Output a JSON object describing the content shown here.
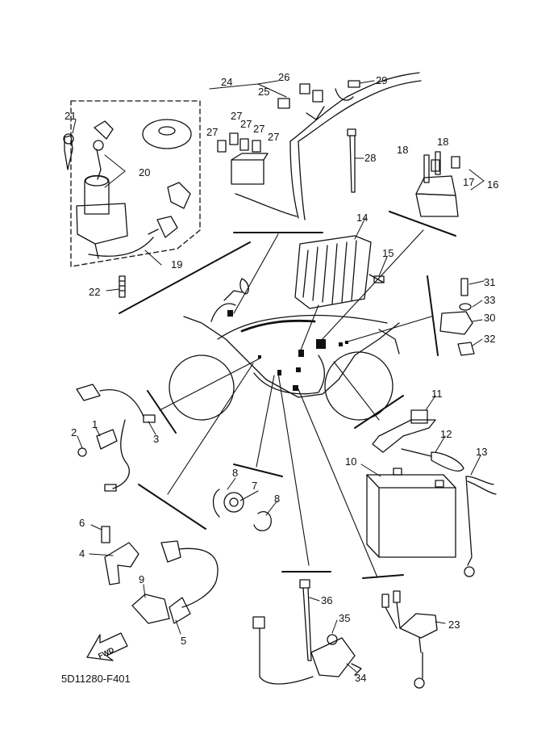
{
  "diagram": {
    "drawing_code": "5D11280-F401",
    "forward_marker": "FWD",
    "callouts": {
      "c1": "1",
      "c2": "2",
      "c3": "3",
      "c4": "4",
      "c5": "5",
      "c6": "6",
      "c7": "7",
      "c8a": "8",
      "c8b": "8",
      "c9": "9",
      "c10": "10",
      "c11": "11",
      "c12": "12",
      "c13": "13",
      "c14": "14",
      "c15": "15",
      "c16": "16",
      "c17": "17",
      "c18a": "18",
      "c18b": "18",
      "c19": "19",
      "c20": "20",
      "c21": "21",
      "c22": "22",
      "c23": "23",
      "c24": "24",
      "c25": "25",
      "c26": "26",
      "c27a": "27",
      "c27b": "27",
      "c27c": "27",
      "c27d": "27",
      "c27e": "27",
      "c28": "28",
      "c29": "29",
      "c30": "30",
      "c31": "31",
      "c32": "32",
      "c33": "33",
      "c34": "34",
      "c35": "35",
      "c36": "36"
    }
  }
}
